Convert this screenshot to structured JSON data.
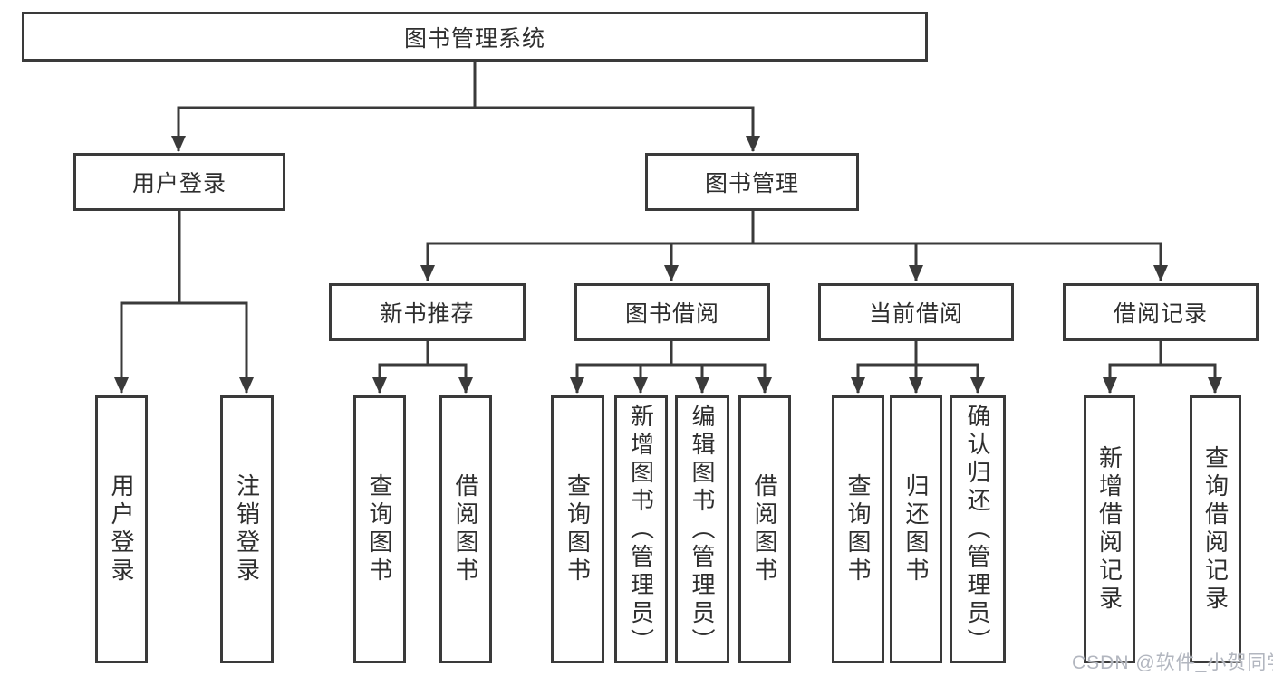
{
  "tree": {
    "root": {
      "label": "图书管理系统"
    },
    "branches": [
      {
        "label": "用户登录",
        "leaves": [
          {
            "label": "用户登录"
          },
          {
            "label": "注销登录"
          }
        ]
      },
      {
        "label": "图书管理",
        "groups": [
          {
            "label": "新书推荐",
            "leaves": [
              {
                "label": "查询图书"
              },
              {
                "label": "借阅图书"
              }
            ]
          },
          {
            "label": "图书借阅",
            "leaves": [
              {
                "label": "查询图书"
              },
              {
                "label": "新增图书（管理员）"
              },
              {
                "label": "编辑图书（管理员）"
              },
              {
                "label": "借阅图书"
              }
            ]
          },
          {
            "label": "当前借阅",
            "leaves": [
              {
                "label": "查询图书"
              },
              {
                "label": "归还图书"
              },
              {
                "label": "确认归还（管理员）"
              }
            ]
          },
          {
            "label": "借阅记录",
            "leaves": [
              {
                "label": "新增借阅记录"
              },
              {
                "label": "查询借阅记录"
              }
            ]
          }
        ]
      }
    ]
  },
  "watermark": {
    "text": "CSDN @软件_小贺同学"
  },
  "colors": {
    "line": "#3a3a3a",
    "text": "#2e2e2e",
    "watermark": "#b2b6bf",
    "background": "#ffffff"
  }
}
